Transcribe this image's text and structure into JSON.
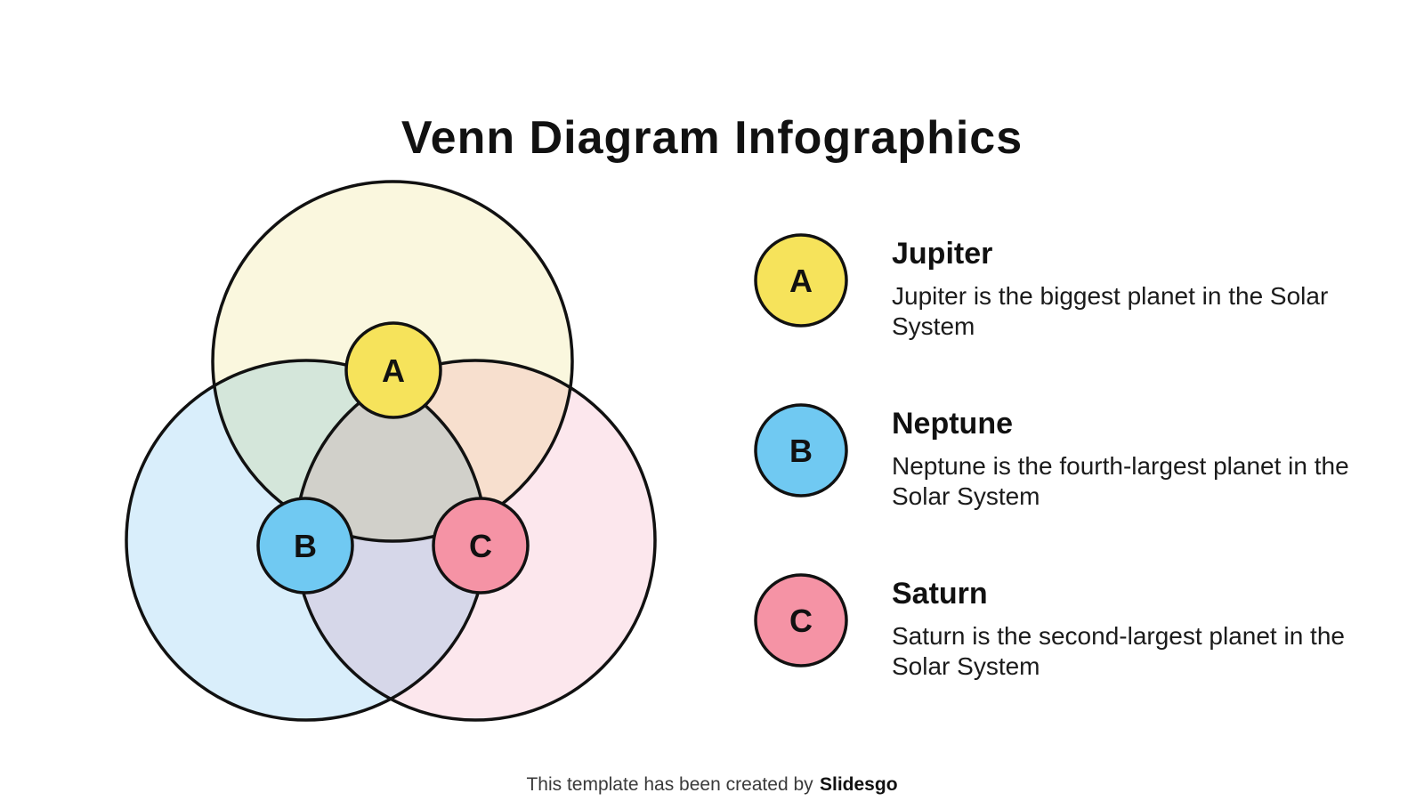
{
  "title": "Venn Diagram Infographics",
  "venn": {
    "outline_color": "#111111",
    "fills": {
      "top": "#FAF7DE",
      "left": "#D9EEFB",
      "right": "#FCE7ED"
    },
    "solids": {
      "a": "#F6E35B",
      "b": "#70C9F2",
      "c": "#F593A5"
    },
    "labels": {
      "a": "A",
      "b": "B",
      "c": "C"
    }
  },
  "legend": {
    "items": [
      {
        "letter": "A",
        "color": "#F6E35B",
        "title": "Jupiter",
        "description": "Jupiter is the biggest planet in the Solar System"
      },
      {
        "letter": "B",
        "color": "#70C9F2",
        "title": "Neptune",
        "description": "Neptune is the fourth-largest planet in the Solar System"
      },
      {
        "letter": "C",
        "color": "#F593A5",
        "title": "Saturn",
        "description": "Saturn is the second-largest planet in the Solar System"
      }
    ]
  },
  "footer": {
    "text": "This template has been created by",
    "brand": "Slidesgo"
  }
}
